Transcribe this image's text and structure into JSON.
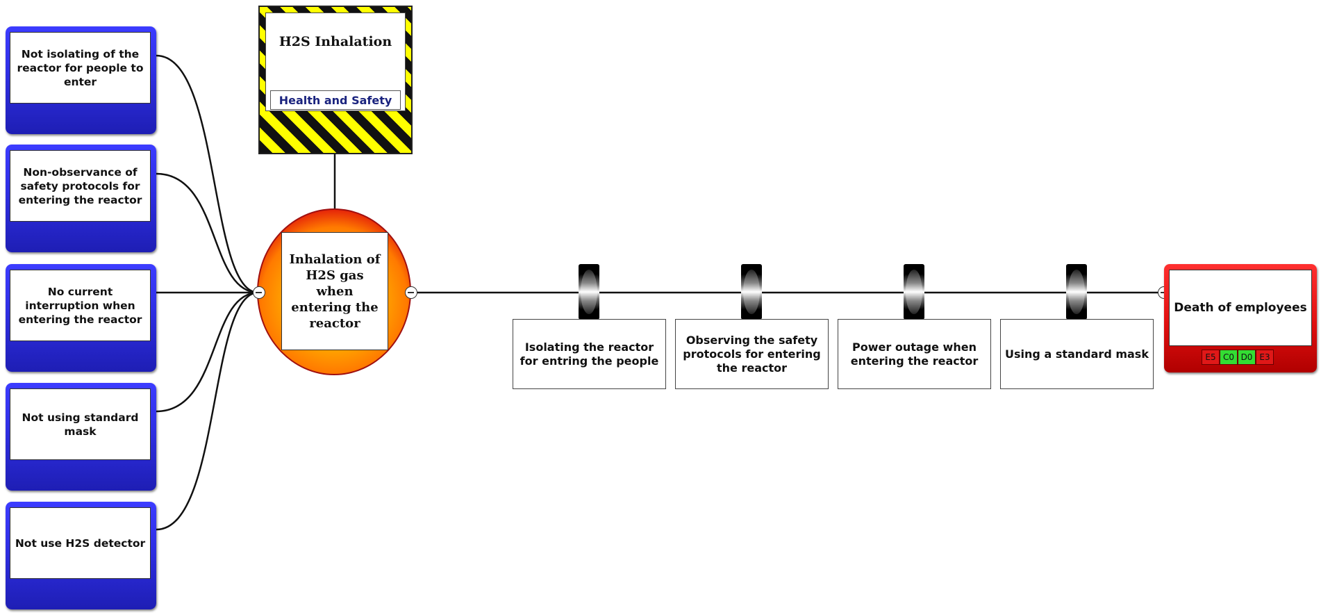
{
  "hazard": {
    "title": "H2S Inhalation",
    "category": "Health and Safety"
  },
  "top_event": {
    "label": "Inhalation of H2S gas when entering the reactor"
  },
  "threats": [
    {
      "label": "Not isolating of the reactor for people to enter"
    },
    {
      "label": "Non-observance of safety protocols for entering the reactor"
    },
    {
      "label": "No current interruption when entering the reactor"
    },
    {
      "label": "Not using standard mask"
    },
    {
      "label": "Not use H2S detector"
    }
  ],
  "barriers": [
    {
      "label": "Isolating the reactor for entring the people"
    },
    {
      "label": "Observing the safety protocols for entering the reactor"
    },
    {
      "label": "Power outage when entering the reactor"
    },
    {
      "label": "Using a standard mask"
    }
  ],
  "consequence": {
    "label": "Death of employees",
    "risk_matrix": [
      {
        "code": "E5",
        "color": "#e01818"
      },
      {
        "code": "C0",
        "color": "#33dd33"
      },
      {
        "code": "D0",
        "color": "#33dd33"
      },
      {
        "code": "E3",
        "color": "#e01818"
      }
    ]
  },
  "colors": {
    "threat": "#2f2fe0",
    "hazard_stripe": "#ffff00",
    "consequence": "#e01010",
    "top_event_outer": "#d81a0c",
    "top_event_inner": "#ffb000"
  }
}
